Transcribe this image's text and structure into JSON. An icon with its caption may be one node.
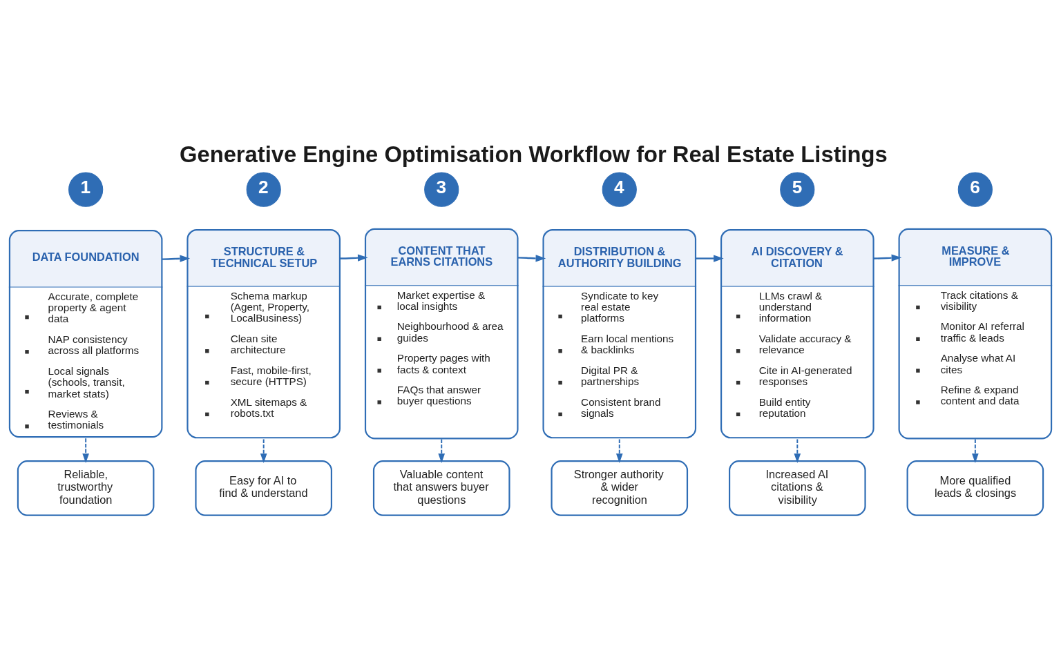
{
  "diagram": {
    "title": "Generative Engine Optimisation Workflow for Real Estate Listings",
    "nodes": [
      {
        "text": [
          "1"
        ]
      },
      {
        "text": [
          "2"
        ]
      },
      {
        "text": [
          "3"
        ]
      },
      {
        "text": [
          "4"
        ]
      },
      {
        "text": [
          "5"
        ]
      },
      {
        "text": [
          "6"
        ]
      },
      {
        "text": [
          "DATA FOUNDATION",
          "Accurate, complete property & agent data",
          "NAP consistency across all platforms",
          "Local signals (schools, transit, market stats)",
          "Reviews & testimonials"
        ]
      },
      {
        "text": [
          "STRUCTURE & TECHNICAL SETUP",
          "Schema markup (Agent, Property, LocalBusiness)",
          "Clean site architecture",
          "Fast, mobile-first, secure (HTTPS)",
          "XML sitemaps & robots.txt"
        ]
      },
      {
        "text": [
          "CONTENT THAT EARNS CITATIONS",
          "Market expertise & local insights",
          "Neighbourhood & area guides",
          "Property pages with facts & context",
          "FAQs that answer buyer questions"
        ]
      },
      {
        "text": [
          "DISTRIBUTION & AUTHORITY BUILDING",
          "Syndicate to key real estate platforms",
          "Earn local mentions & backlinks",
          "Digital PR & partnerships",
          "Consistent brand signals"
        ]
      },
      {
        "text": [
          "AI DISCOVERY & CITATION",
          "LLMs crawl & understand information",
          "Validate accuracy & relevance",
          "Cite in AI-generated responses",
          "Build entity reputation"
        ]
      },
      {
        "text": [
          "MEASURE & IMPROVE",
          "Track citations & visibility",
          "Monitor AI referral traffic & leads",
          "Analyse what AI cites",
          "Refine & expand content and data"
        ]
      },
      {
        "text": [
          "Reliable, trustworthy foundation"
        ]
      },
      {
        "text": [
          "Easy for AI to find & understand"
        ]
      },
      {
        "text": [
          "Valuable content that answers buyer questions"
        ]
      },
      {
        "text": [
          "Stronger authority & wider recognition"
        ]
      },
      {
        "text": [
          "Increased AI citations & visibility"
        ]
      },
      {
        "text": [
          "More qualified leads & closings"
        ]
      }
    ],
    "edges": [
      {
        "from": 6,
        "to": 7,
        "arrow": "to"
      },
      {
        "from": 7,
        "to": 8,
        "arrow": "to"
      },
      {
        "from": 8,
        "to": 9,
        "arrow": "to"
      },
      {
        "from": 9,
        "to": 10,
        "arrow": "to"
      },
      {
        "from": 10,
        "to": 11,
        "arrow": "to"
      },
      {
        "from": 6,
        "to": 12,
        "arrow": "to",
        "style": "dashed"
      },
      {
        "from": 7,
        "to": 13,
        "arrow": "to",
        "style": "dashed"
      },
      {
        "from": 8,
        "to": 14,
        "arrow": "to",
        "style": "dashed"
      },
      {
        "from": 9,
        "to": 15,
        "arrow": "to",
        "style": "dashed"
      },
      {
        "from": 10,
        "to": 16,
        "arrow": "to",
        "style": "dashed"
      },
      {
        "from": 11,
        "to": 17,
        "arrow": "to",
        "style": "dashed"
      }
    ]
  }
}
